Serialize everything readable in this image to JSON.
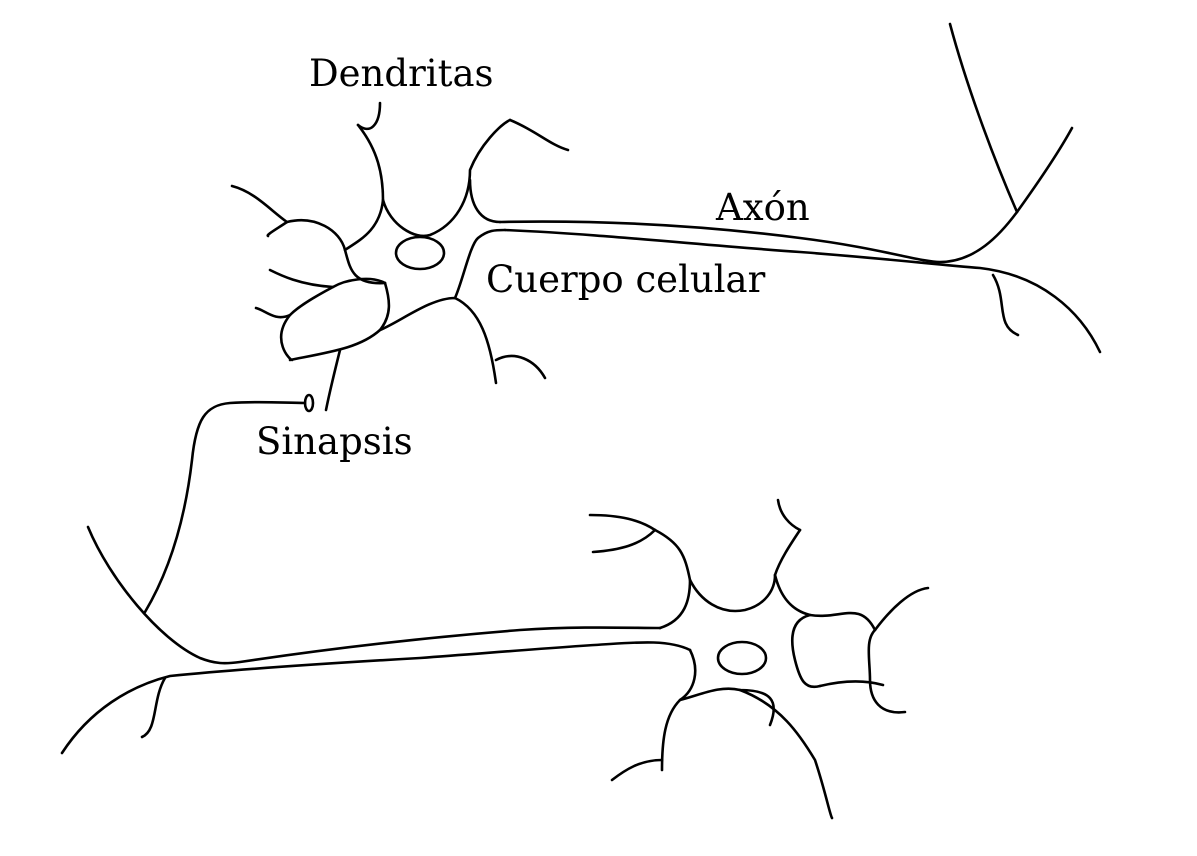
{
  "diagram": {
    "labels": {
      "dendrites": "Dendritas",
      "axon": "Axón",
      "cell_body": "Cuerpo celular",
      "synapse": "Sinapsis"
    },
    "colors": {
      "background": "#ffffff",
      "stroke": "#000000"
    }
  }
}
